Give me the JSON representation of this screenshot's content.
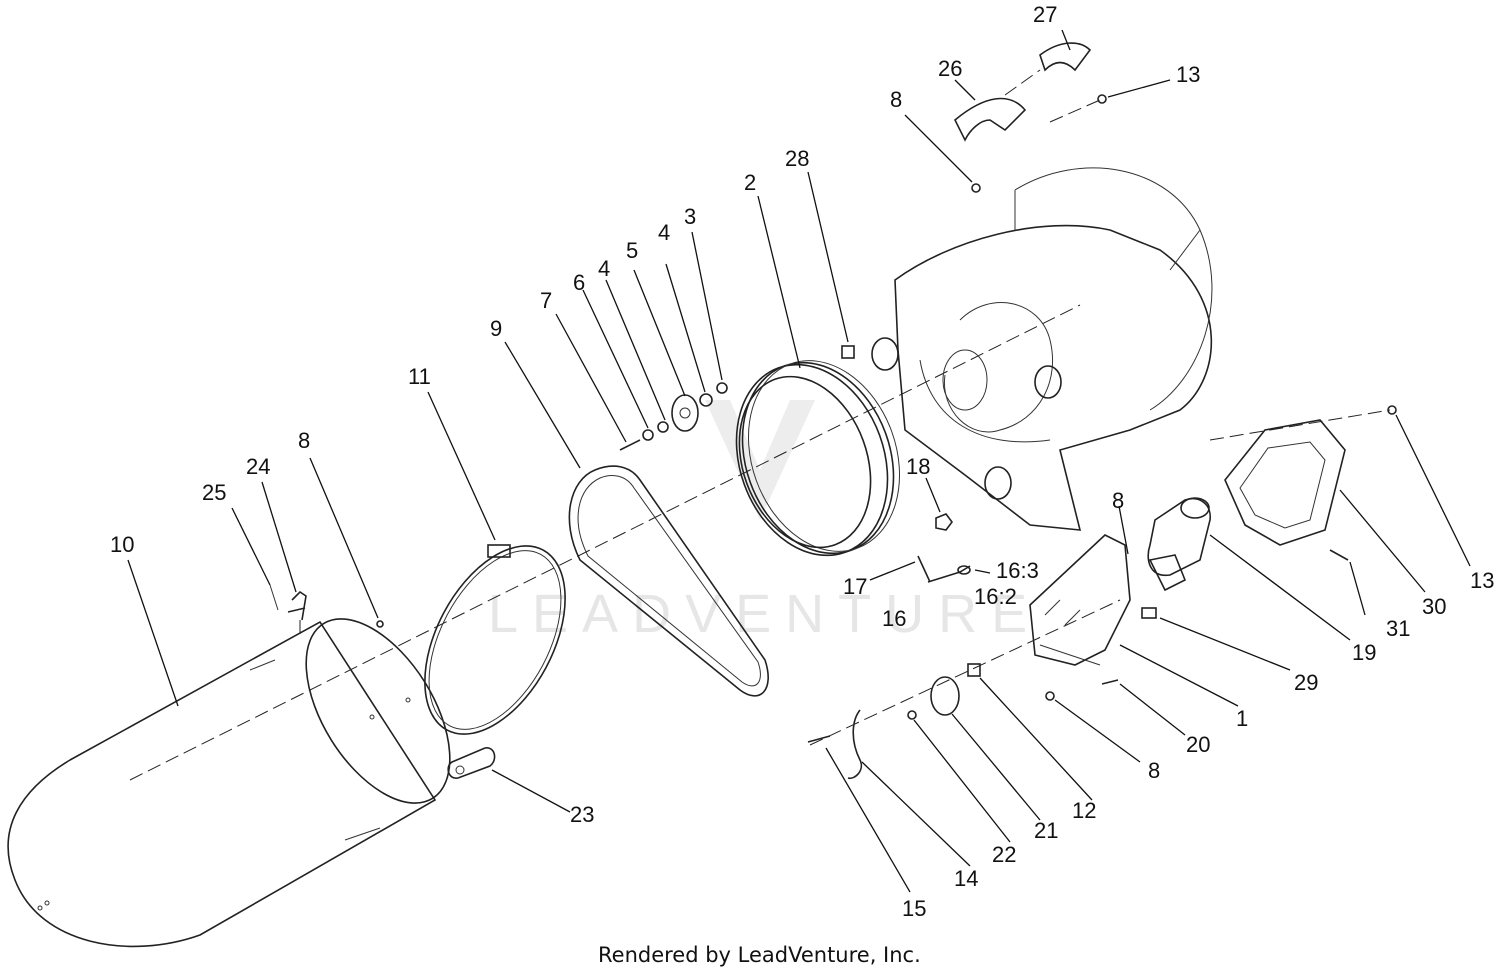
{
  "callouts": [
    {
      "id": "c27",
      "text": "27"
    },
    {
      "id": "c26",
      "text": "26"
    },
    {
      "id": "c13a",
      "text": "13"
    },
    {
      "id": "c8a",
      "text": "8"
    },
    {
      "id": "c28",
      "text": "28"
    },
    {
      "id": "c2",
      "text": "2"
    },
    {
      "id": "c3",
      "text": "3"
    },
    {
      "id": "c4a",
      "text": "4"
    },
    {
      "id": "c5",
      "text": "5"
    },
    {
      "id": "c4b",
      "text": "4"
    },
    {
      "id": "c6",
      "text": "6"
    },
    {
      "id": "c7",
      "text": "7"
    },
    {
      "id": "c9",
      "text": "9"
    },
    {
      "id": "c11",
      "text": "11"
    },
    {
      "id": "c8b",
      "text": "8"
    },
    {
      "id": "c24",
      "text": "24"
    },
    {
      "id": "c25",
      "text": "25"
    },
    {
      "id": "c10",
      "text": "10"
    },
    {
      "id": "c18",
      "text": "18"
    },
    {
      "id": "c17",
      "text": "17"
    },
    {
      "id": "c16_3",
      "text": "16:3"
    },
    {
      "id": "c16_2",
      "text": "16:2"
    },
    {
      "id": "c16",
      "text": "16"
    },
    {
      "id": "c8c",
      "text": "8"
    },
    {
      "id": "c19",
      "text": "19"
    },
    {
      "id": "c31",
      "text": "31"
    },
    {
      "id": "c30",
      "text": "30"
    },
    {
      "id": "c13b",
      "text": "13"
    },
    {
      "id": "c29",
      "text": "29"
    },
    {
      "id": "c1",
      "text": "1"
    },
    {
      "id": "c20",
      "text": "20"
    },
    {
      "id": "c8d",
      "text": "8"
    },
    {
      "id": "c12",
      "text": "12"
    },
    {
      "id": "c21",
      "text": "21"
    },
    {
      "id": "c22",
      "text": "22"
    },
    {
      "id": "c14",
      "text": "14"
    },
    {
      "id": "c15",
      "text": "15"
    },
    {
      "id": "c23",
      "text": "23"
    }
  ],
  "footer": "Rendered by LeadVenture, Inc.",
  "watermark": "LEADVENTURE"
}
